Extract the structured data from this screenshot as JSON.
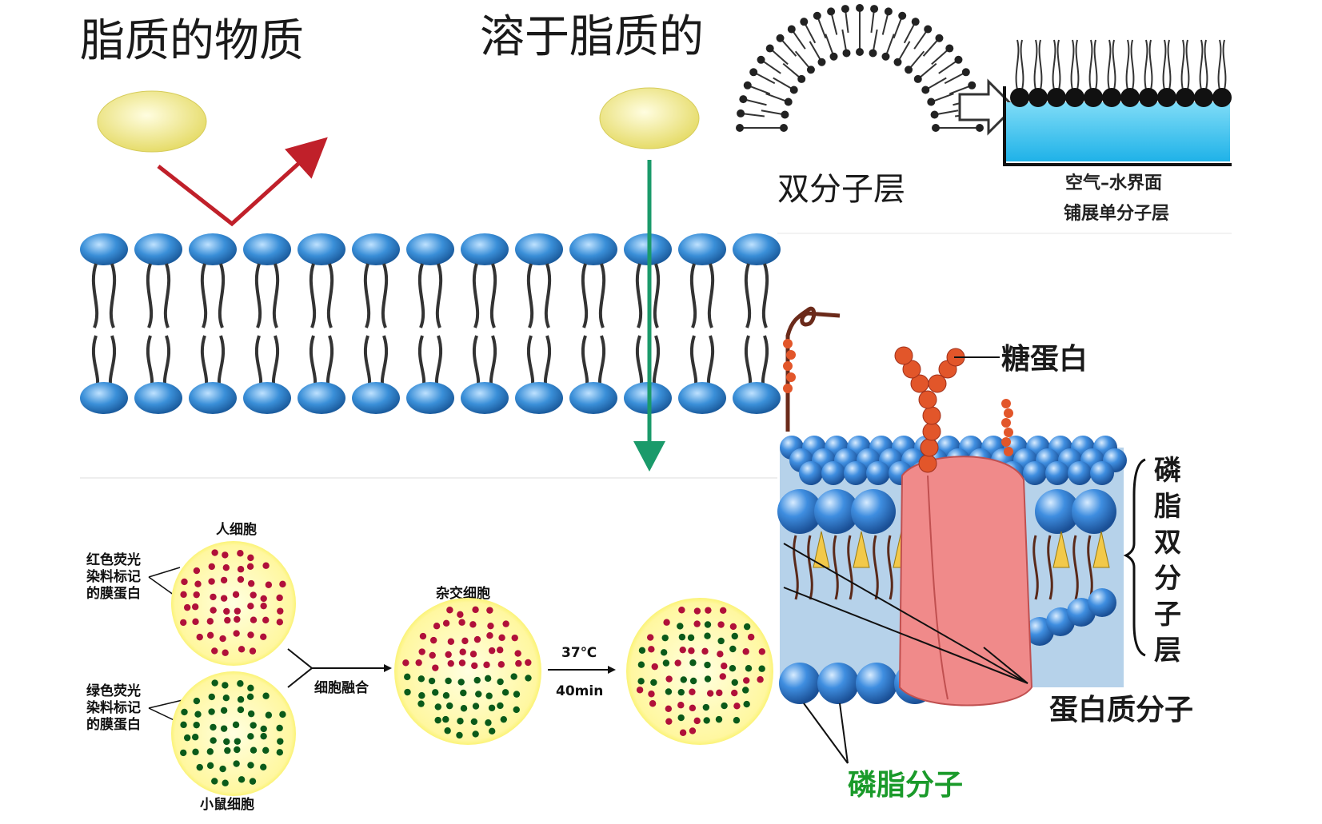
{
  "panel_a": {
    "label_left": "脂质的物质",
    "label_right": "溶于脂质的"
  },
  "panel_b": {
    "bilayer_label": "双分子层",
    "interface_label_line1": "空气–水界面",
    "interface_label_line2": "铺展单分子层"
  },
  "panel_c": {
    "human_cell": "人细胞",
    "mouse_cell": "小鼠细胞",
    "red_label": [
      "红色荧光",
      "染料标记",
      "的膜蛋白"
    ],
    "green_label": [
      "绿色荧光",
      "染料标记",
      "的膜蛋白"
    ],
    "fusion": "细胞融合",
    "hybrid_cell": "杂交细胞",
    "temp": "37℃",
    "time": "40min"
  },
  "panel_d": {
    "glycoprotein": "糖蛋白",
    "bilayer_vertical": [
      "磷",
      "脂",
      "双",
      "分",
      "子",
      "层"
    ],
    "protein": "蛋白质分子",
    "phospholipid": "磷脂分子"
  },
  "colors": {
    "head_blue": "#3a8fd8",
    "cell_yellow": "#f5ee3a",
    "dot_red": "#b0103a",
    "dot_green": "#0a5a1a",
    "protein_pink": "#f08a8a",
    "arrow_red": "#c0202a",
    "arrow_green": "#1a9a6a",
    "water_cyan": "#35c0ec",
    "label_green": "#1a9a2a"
  }
}
